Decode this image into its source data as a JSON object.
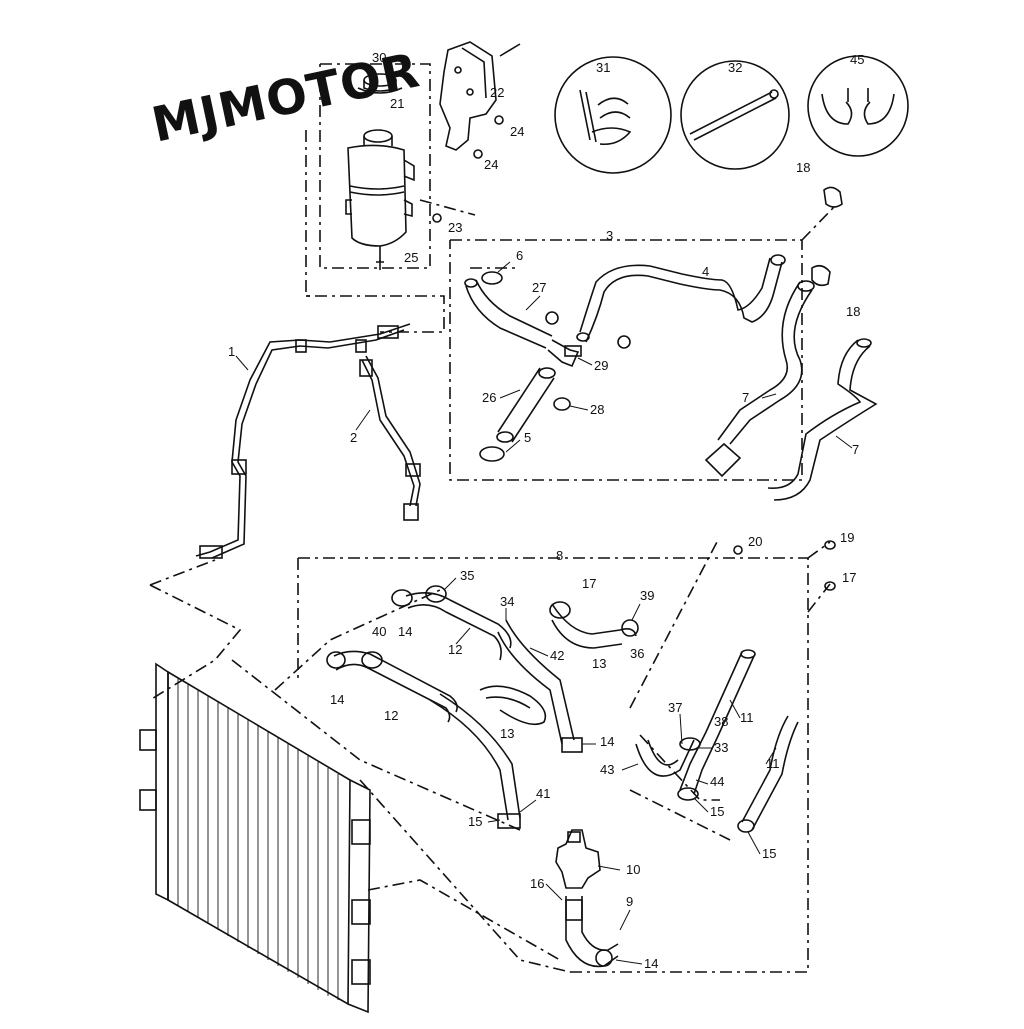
{
  "watermark": "MJMOTOR",
  "colors": {
    "line": "#111111",
    "background": "#ffffff"
  },
  "callouts": {
    "c30": "30",
    "c21": "21",
    "c22": "22",
    "c24a": "24",
    "c24b": "24",
    "c23": "23",
    "c25": "25",
    "c31": "31",
    "c32": "32",
    "c45": "45",
    "c18a": "18",
    "c18b": "18",
    "c3": "3",
    "c6": "6",
    "c27": "27",
    "c4": "4",
    "c29": "29",
    "c26": "26",
    "c28": "28",
    "c5": "5",
    "c7a": "7",
    "c7b": "7",
    "c1": "1",
    "c2": "2",
    "c8": "8",
    "c20": "20",
    "c19": "19",
    "c17a": "17",
    "c17b": "17",
    "c35": "35",
    "c34": "34",
    "c39": "39",
    "c40": "40",
    "c14a": "14",
    "c12a": "12",
    "c42": "42",
    "c36": "36",
    "c13a": "13",
    "c14b": "14",
    "c12b": "12",
    "c13b": "13",
    "c11a": "11",
    "c37": "37",
    "c38": "38",
    "c33": "33",
    "c14c": "14",
    "c43": "43",
    "c44": "44",
    "c11b": "11",
    "c41": "41",
    "c15a": "15",
    "c15b": "15",
    "c15c": "15",
    "c10": "10",
    "c16": "16",
    "c9": "9",
    "c14d": "14"
  }
}
